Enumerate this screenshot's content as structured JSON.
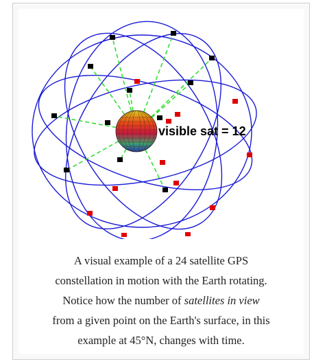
{
  "animation": {
    "label": "visible sat = 12",
    "satellites_total": 24,
    "satellites_visible": 12,
    "colors": {
      "orbit": "#1a1ad6",
      "visible_line": "#33dd33",
      "visible_sat": "#000000",
      "hidden_sat": "#e00000",
      "earth_globe": "rainbow-gradient"
    }
  },
  "caption": {
    "line1": "A visual example of a 24 satellite GPS",
    "line2": "constellation in motion with the Earth rotating.",
    "line3_prefix": "Notice how the number of ",
    "line3_italic": "satellites in view",
    "line4": "from a given point on the Earth's surface, in this",
    "line5": "example at 45°N, changes with time."
  }
}
